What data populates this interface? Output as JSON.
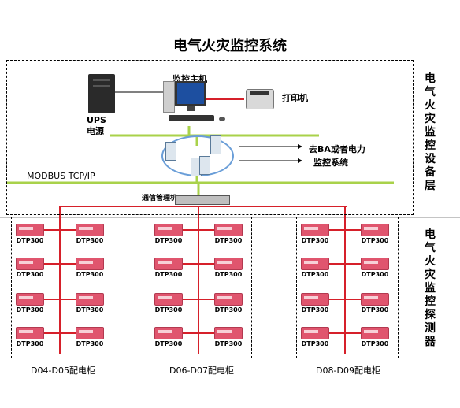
{
  "title": "电气火灾监控系统",
  "top_nodes": {
    "ups_label_line1": "UPS",
    "ups_label_line2": "电源",
    "host_label": "监控主机",
    "printer_label": "打印机"
  },
  "ba_text_line1": "去BA或者电力",
  "ba_text_line2": "监控系统",
  "bus_label": "MODBUS TCP/IP",
  "comm_manager_label": "通信管理机",
  "layer_labels": {
    "device_layer": "电气火灾监控设备层",
    "detector_layer": "电气火灾监控探测器"
  },
  "device_name": "DTP300",
  "cabinets": [
    {
      "label": "D04-D05配电柜"
    },
    {
      "label": "D06-D07配电柜"
    },
    {
      "label": "D08-D09配电柜"
    }
  ],
  "colors": {
    "bus_green": "#a9d24a",
    "red_line": "#d6202a",
    "device_red": "#e0556e"
  }
}
